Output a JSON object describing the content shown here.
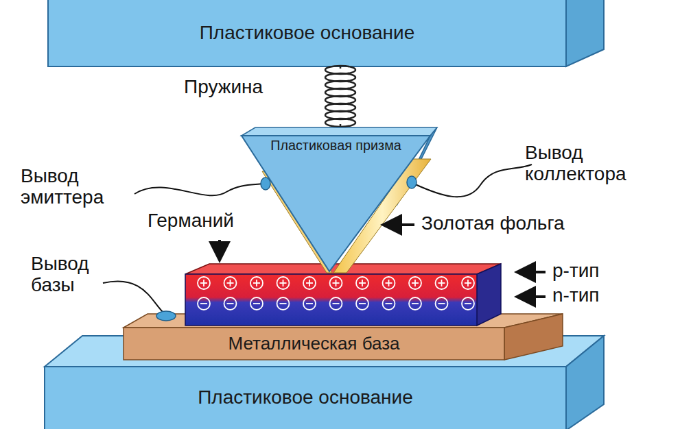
{
  "diagram": {
    "nodes": [
      {
        "text": [
          "Пластиковое основание"
        ]
      },
      {
        "text": [
          "Пластиковая призма"
        ]
      },
      {
        "text": [
          "Металлическая база"
        ]
      },
      {
        "text": [
          "Пластиковое основание"
        ]
      }
    ],
    "labels": [
      "Пружина",
      "Вывод эмиттера",
      "Вывод коллектора",
      "Германий",
      "Золотая фольга",
      "p-тип",
      "n-тип",
      "Вывод базы"
    ]
  }
}
